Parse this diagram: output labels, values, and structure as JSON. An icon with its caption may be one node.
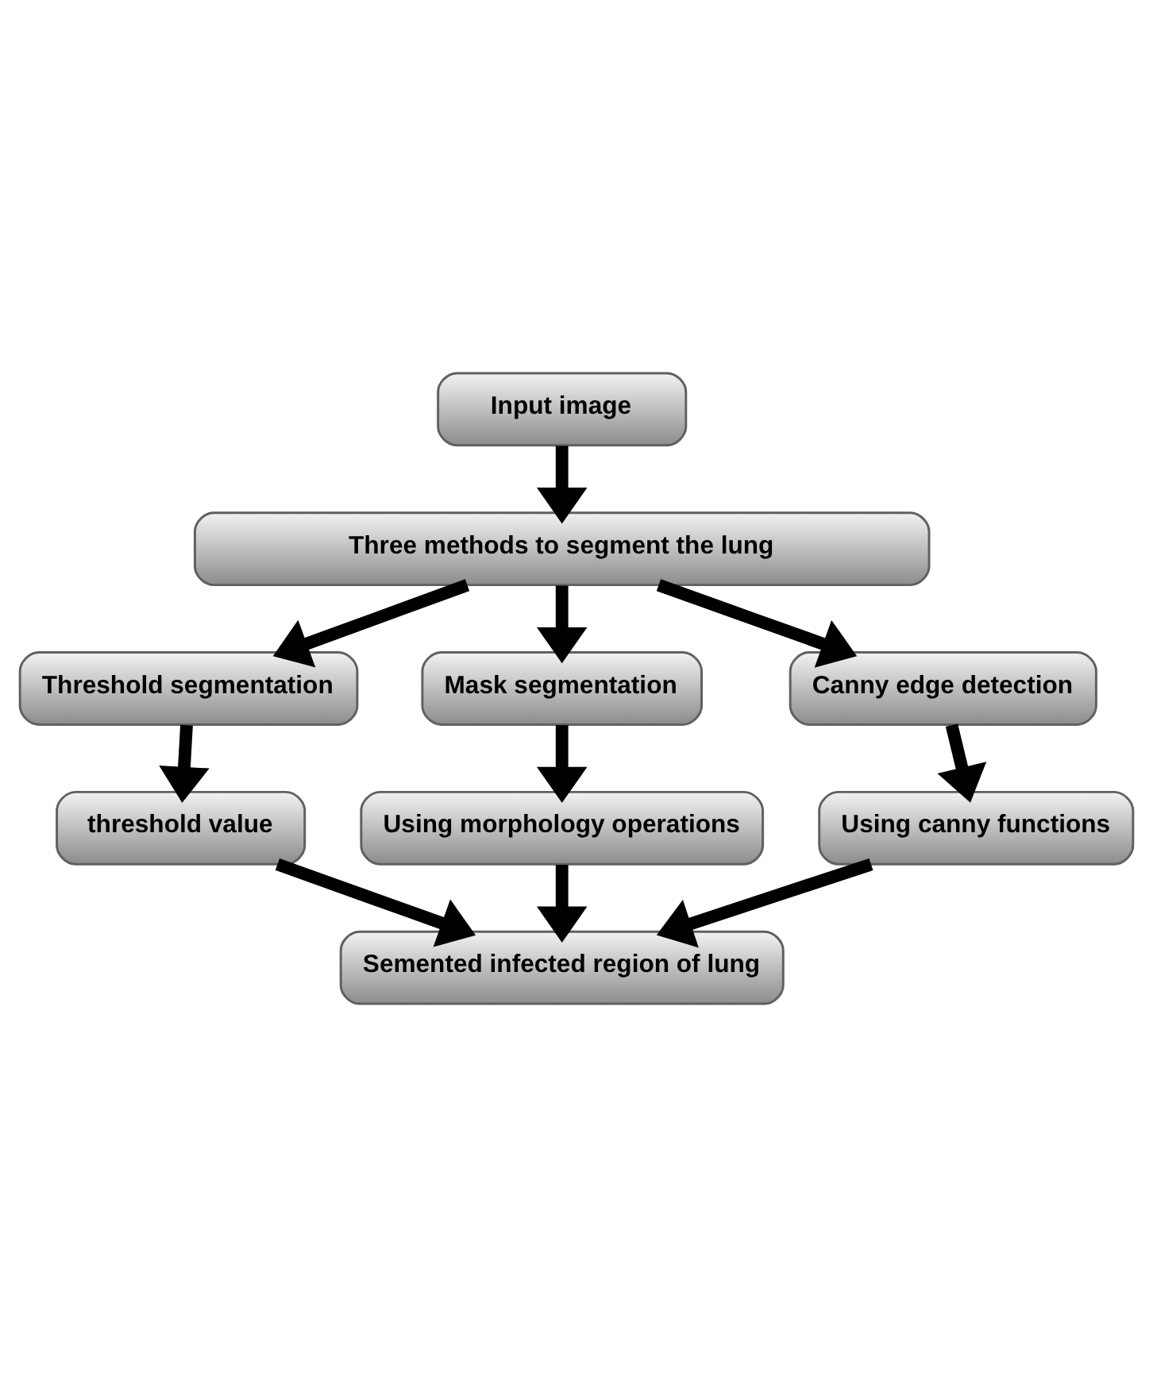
{
  "diagram": {
    "nodes": [
      {
        "text": [
          "Input image"
        ]
      },
      {
        "text": [
          "Three methods to segment the lung"
        ]
      },
      {
        "text": [
          "Threshold segmentation"
        ]
      },
      {
        "text": [
          "Mask segmentation"
        ]
      },
      {
        "text": [
          "Canny edge detection"
        ]
      },
      {
        "text": [
          "threshold value"
        ]
      },
      {
        "text": [
          "Using morphology operations"
        ]
      },
      {
        "text": [
          "Using canny functions"
        ]
      },
      {
        "text": [
          "Semented infected region of lung"
        ]
      }
    ],
    "edges": [
      {
        "from": 0,
        "to": 1,
        "arrow": "to"
      },
      {
        "from": 1,
        "to": 2,
        "arrow": "to"
      },
      {
        "from": 1,
        "to": 3,
        "arrow": "to"
      },
      {
        "from": 1,
        "to": 4,
        "arrow": "to"
      },
      {
        "from": 2,
        "to": 5,
        "arrow": "to"
      },
      {
        "from": 3,
        "to": 6,
        "arrow": "to"
      },
      {
        "from": 4,
        "to": 7,
        "arrow": "to"
      },
      {
        "from": 5,
        "to": 8,
        "arrow": "to"
      },
      {
        "from": 6,
        "to": 8,
        "arrow": "to"
      },
      {
        "from": 7,
        "to": 8,
        "arrow": "to"
      }
    ]
  }
}
